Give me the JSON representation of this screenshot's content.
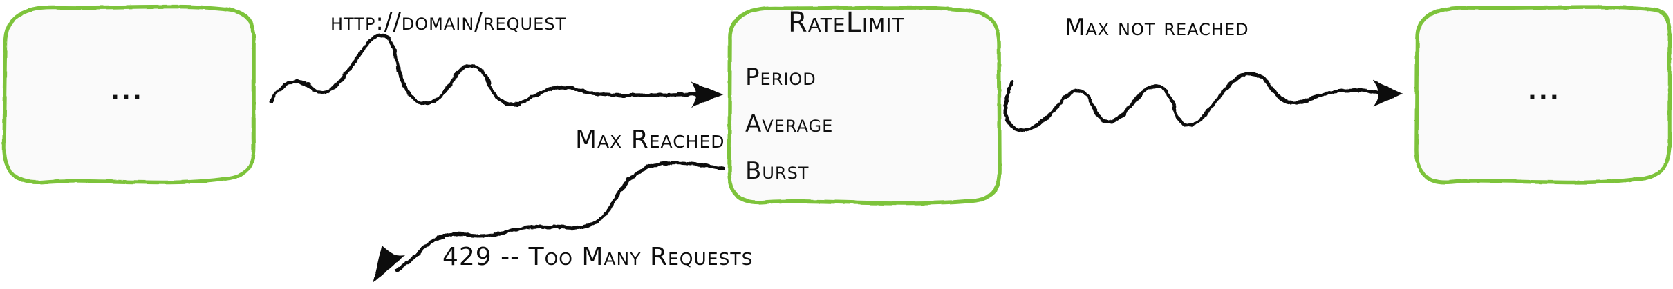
{
  "diagram": {
    "type": "flow-diagram",
    "style": "hand-drawn-sketch",
    "colors": {
      "node_border": "#7DC33A",
      "node_fill": "#FAFAFA",
      "arrow": "#101010",
      "text": "#111111",
      "background": "#FFFFFF"
    },
    "nodes": [
      {
        "id": "upstream",
        "label": "...",
        "kind": "rounded-sketch-box"
      },
      {
        "id": "ratelimit",
        "title": "RateLimit",
        "items": [
          "Period",
          "Average",
          "Burst"
        ],
        "kind": "rounded-sketch-box"
      },
      {
        "id": "downstream",
        "label": "...",
        "kind": "rounded-sketch-box"
      }
    ],
    "edges": [
      {
        "id": "request-edge",
        "label": "http://domain/request",
        "from": "upstream",
        "to": "ratelimit",
        "arrow": "squiggle-right"
      },
      {
        "id": "pass-edge",
        "label": "Max not reached",
        "from": "ratelimit",
        "to": "downstream",
        "arrow": "squiggle-right"
      },
      {
        "id": "reject-edge",
        "label": "Max Reached",
        "sublabel": "429 -- Too Many Requests",
        "from": "ratelimit",
        "to": "client",
        "arrow": "squiggle-left-down"
      }
    ]
  }
}
